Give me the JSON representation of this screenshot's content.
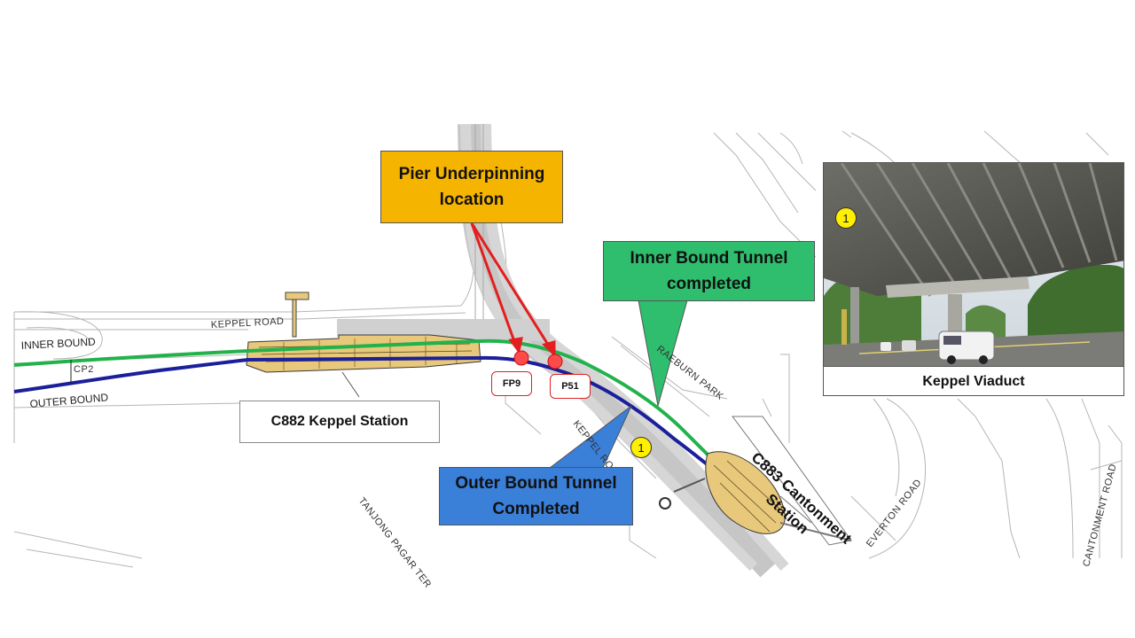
{
  "callouts": {
    "pier_underpinning": "Pier Underpinning\nlocation",
    "inner_bound": "Inner Bound Tunnel\ncompleted",
    "outer_bound": "Outer Bound Tunnel\nCompleted"
  },
  "stations": {
    "keppel": "C882 Keppel Station",
    "cantonment": "C883 Cantonment\nStation"
  },
  "piers": {
    "fp9": "FP9",
    "p51": "P51"
  },
  "tunnel_labels": {
    "inner": "INNER BOUND",
    "outer": "OUTER BOUND",
    "cp2": "CP2"
  },
  "roads": {
    "keppel_road": "KEPPEL ROAD",
    "keppel_road_2": "KEPPEL ROAD",
    "everton_road": "EVERTON ROAD",
    "cantonment_road": "CANTONMENT ROAD",
    "tanjong_pagar": "TANJONG PAGAR TER",
    "raeburn_park": "RAEBURN PARK"
  },
  "markers": {
    "map": "1",
    "photo": "1"
  },
  "photo": {
    "caption": "Keppel Viaduct"
  },
  "colors": {
    "inner_tunnel": "#22b24c",
    "outer_tunnel": "#1b1f9a",
    "pier_callout": "#f5b400",
    "inner_callout": "#2fbd6e",
    "outer_callout": "#3a7fd8",
    "pier_dot": "#ff4a4a",
    "station_fill": "#e8c87a"
  }
}
